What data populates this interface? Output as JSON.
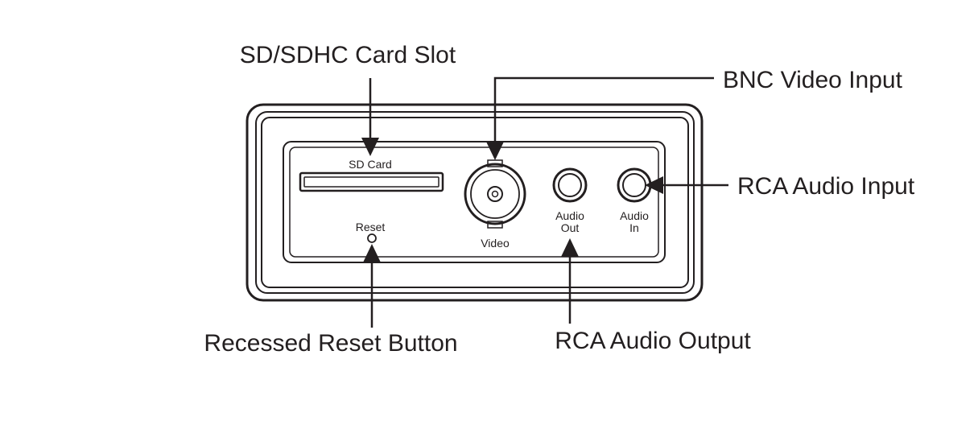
{
  "callouts": {
    "sd_slot": "SD/SDHC Card Slot",
    "bnc_video": "BNC Video Input",
    "rca_audio_in": "RCA Audio Input",
    "reset_button": "Recessed Reset Button",
    "rca_audio_out": "RCA Audio Output"
  },
  "panel_labels": {
    "sd_card": "SD Card",
    "reset": "Reset",
    "video": "Video",
    "audio_out_line1": "Audio",
    "audio_out_line2": "Out",
    "audio_in_line1": "Audio",
    "audio_in_line2": "In"
  },
  "colors": {
    "ink": "#231f20",
    "background": "#ffffff"
  }
}
